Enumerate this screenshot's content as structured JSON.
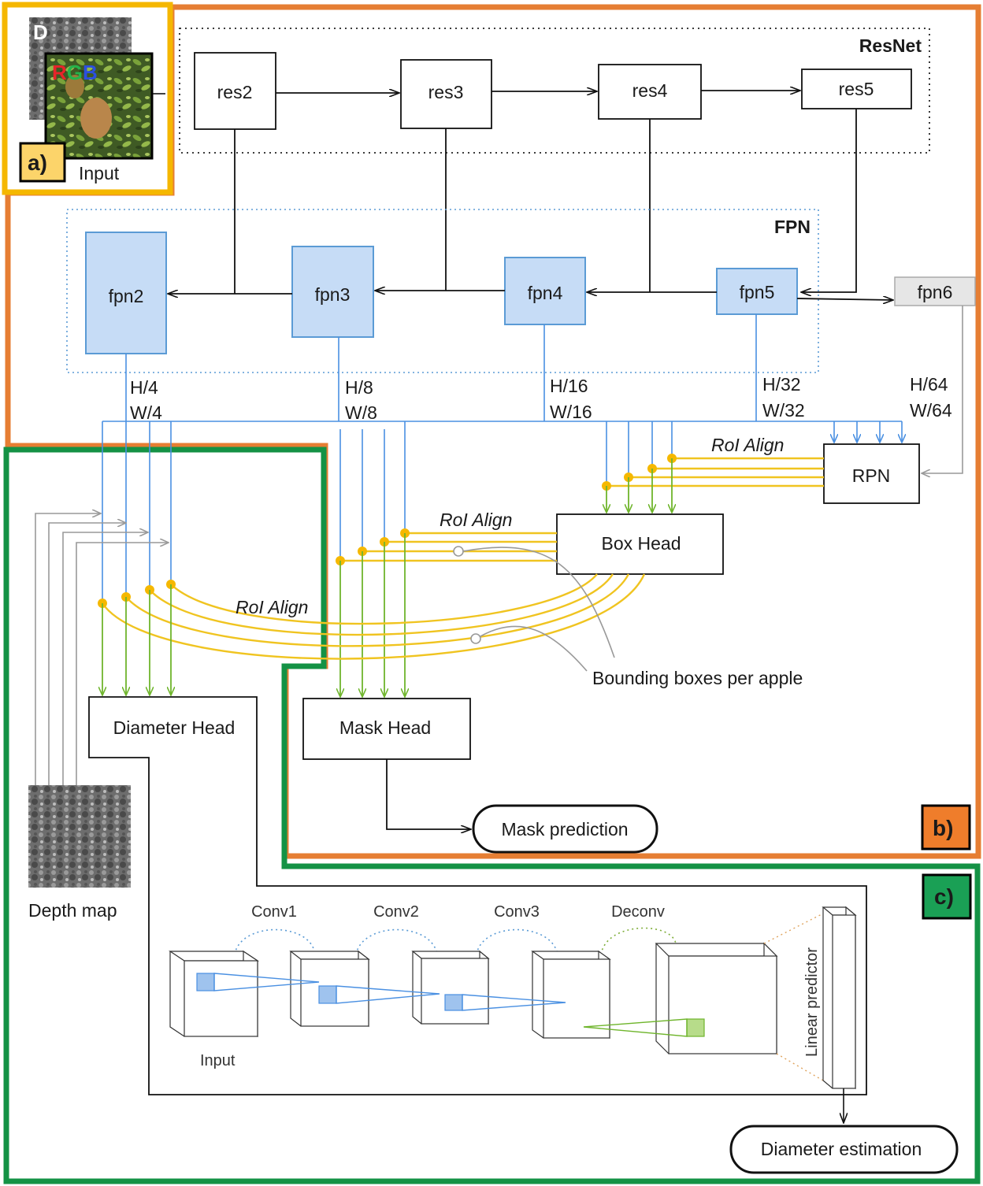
{
  "colors": {
    "section_a": "#f5b700",
    "section_a_badge": "#fcd46a",
    "section_b": "#e67e33",
    "section_b_badge": "#ef7d2b",
    "section_c": "#149245",
    "section_c_badge": "#1aa055",
    "fpn_fill": "#c6dcf6",
    "fpn_stroke": "#5b9bd5",
    "blue_line": "#4a90e2",
    "green_line": "#6fb52c",
    "roi_line": "#f0c420",
    "roi_dot": "#f5b800",
    "gray_line": "#999999",
    "fpn6_fill": "#e6e6e6"
  },
  "sections": {
    "a": "a)",
    "b": "b)",
    "c": "c)"
  },
  "input": {
    "depth_letter": "D",
    "rgb_r": "R",
    "rgb_g": "G",
    "rgb_b": "B",
    "label": "Input"
  },
  "resnet": {
    "title": "ResNet",
    "blocks": [
      "res2",
      "res3",
      "res4",
      "res5"
    ]
  },
  "fpn": {
    "title": "FPN",
    "blocks": [
      "fpn2",
      "fpn3",
      "fpn4",
      "fpn5"
    ],
    "extra": "fpn6"
  },
  "scales": [
    {
      "h": "H/4",
      "w": "W/4"
    },
    {
      "h": "H/8",
      "w": "W/8"
    },
    {
      "h": "H/16",
      "w": "W/16"
    },
    {
      "h": "H/32",
      "w": "W/32"
    },
    {
      "h": "H/64",
      "w": "W/64"
    }
  ],
  "roi_align": "RoI Align",
  "rpn": "RPN",
  "box_head": "Box Head",
  "bounding_boxes": "Bounding boxes per apple",
  "diameter_head": "Diameter Head",
  "mask_head": "Mask Head",
  "mask_prediction": "Mask prediction",
  "depth_map": "Depth map",
  "diameter_net": {
    "layers": [
      "Conv1",
      "Conv2",
      "Conv3",
      "Deconv"
    ],
    "input_label": "Input",
    "linear_predictor": "Linear predictor"
  },
  "diameter_estimation": "Diameter estimation"
}
